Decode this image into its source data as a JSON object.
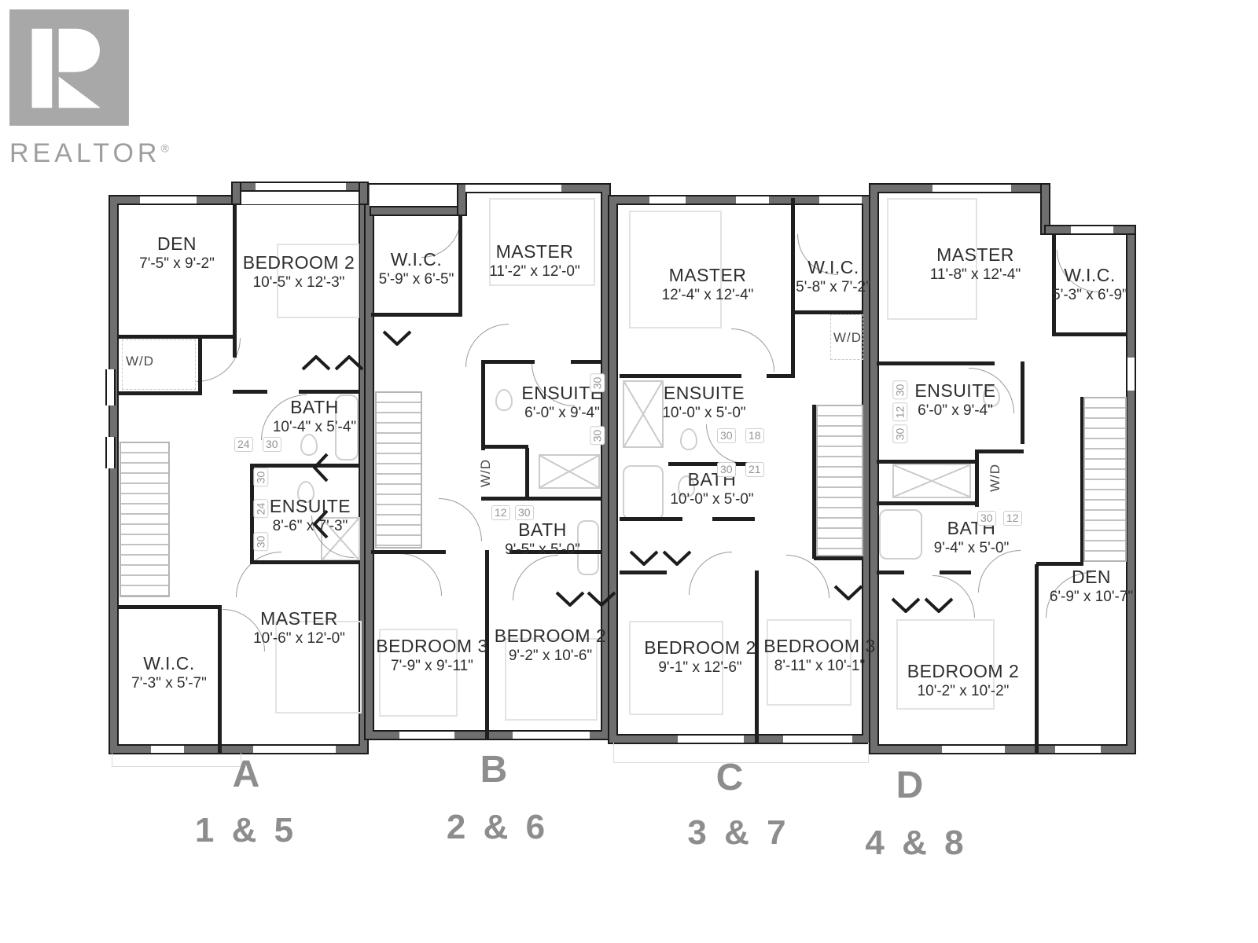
{
  "logo": {
    "brand": "REALTOR",
    "reg": "®"
  },
  "units": [
    {
      "letter": "A",
      "plan_numbers": "1 & 5",
      "wd": "W/D",
      "rooms": {
        "den": {
          "name": "DEN",
          "dims": "7'-5\" x 9'-2\""
        },
        "bedroom2": {
          "name": "BEDROOM 2",
          "dims": "10'-5\" x 12'-3\""
        },
        "bath": {
          "name": "BATH",
          "dims": "10'-4\" x 5'-4\""
        },
        "ensuite": {
          "name": "ENSUITE",
          "dims": "8'-6\" x 7'-3\""
        },
        "wic": {
          "name": "W.I.C.",
          "dims": "7'-3\" x 5'-7\""
        },
        "master": {
          "name": "MASTER",
          "dims": "10'-6\" x 12'-0\""
        }
      },
      "nums": {
        "bath": [
          "24",
          "30"
        ],
        "ensuite": [
          "30",
          "24",
          "30"
        ]
      }
    },
    {
      "letter": "B",
      "plan_numbers": "2 & 6",
      "wd": "W/D",
      "rooms": {
        "wic": {
          "name": "W.I.C.",
          "dims": "5'-9\" x 6'-5\""
        },
        "master": {
          "name": "MASTER",
          "dims": "11'-2\" x 12'-0\""
        },
        "ensuite": {
          "name": "ENSUITE",
          "dims": "6'-0\" x 9'-4\""
        },
        "bath": {
          "name": "BATH",
          "dims": "9'-5\" x 5'-0\""
        },
        "bedroom3": {
          "name": "BEDROOM 3",
          "dims": "7'-9\" x 9'-11\""
        },
        "bedroom2": {
          "name": "BEDROOM 2",
          "dims": "9'-2\" x 10'-6\""
        }
      },
      "nums": {
        "bath": [
          "12",
          "30"
        ],
        "ensuite": [
          "30",
          "30"
        ]
      }
    },
    {
      "letter": "C",
      "plan_numbers": "3 & 7",
      "wd": "W/D",
      "rooms": {
        "master": {
          "name": "MASTER",
          "dims": "12'-4\" x 12'-4\""
        },
        "wic": {
          "name": "W.I.C.",
          "dims": "5'-8\" x 7'-2\""
        },
        "ensuite": {
          "name": "ENSUITE",
          "dims": "10'-0\" x 5'-0\""
        },
        "bath": {
          "name": "BATH",
          "dims": "10'-0\" x 5'-0\""
        },
        "bedroom2": {
          "name": "BEDROOM 2",
          "dims": "9'-1\" x 12'-6\""
        },
        "bedroom3": {
          "name": "BEDROOM 3",
          "dims": "8'-11\" x 10'-1\""
        }
      },
      "nums": {
        "ensuite": [
          "30",
          "18"
        ],
        "bath": [
          "30",
          "21"
        ]
      }
    },
    {
      "letter": "D",
      "plan_numbers": "4 & 8",
      "wd": "W/D",
      "rooms": {
        "master": {
          "name": "MASTER",
          "dims": "11'-8\" x 12'-4\""
        },
        "wic": {
          "name": "W.I.C.",
          "dims": "5'-3\" x 6'-9\""
        },
        "ensuite": {
          "name": "ENSUITE",
          "dims": "6'-0\" x 9'-4\""
        },
        "bath": {
          "name": "BATH",
          "dims": "9'-4\" x 5'-0\""
        },
        "den": {
          "name": "DEN",
          "dims": "6'-9\" x 10'-7\""
        },
        "bedroom2": {
          "name": "BEDROOM 2",
          "dims": "10'-2\" x 10'-2\""
        }
      },
      "nums": {
        "side": [
          "30",
          "12",
          "30"
        ],
        "bath": [
          "30",
          "12"
        ]
      }
    }
  ]
}
